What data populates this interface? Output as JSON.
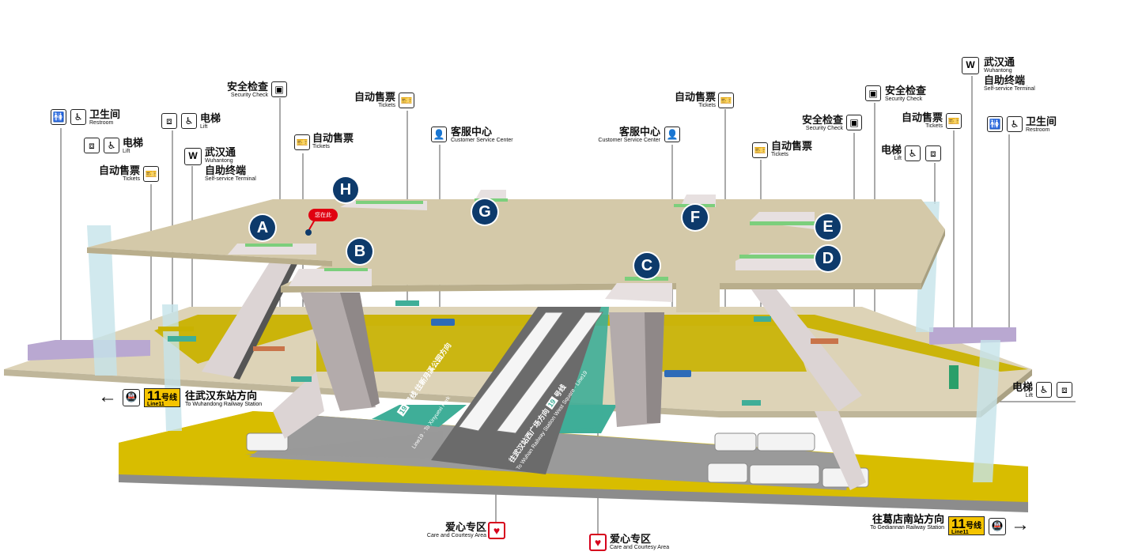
{
  "labels": {
    "restroom_left": {
      "zh": "卫生间",
      "en": "Restroom"
    },
    "lift_left_a": {
      "zh": "电梯",
      "en": "Lift"
    },
    "lift_left_b": {
      "zh": "电梯",
      "en": "Lift"
    },
    "tickets_left": {
      "zh": "自动售票",
      "en": "Tickets"
    },
    "terminal_left": {
      "zh1": "武汉通",
      "en1": "Wuhantong",
      "zh2": "自助终端",
      "en2": "Self-service Terminal"
    },
    "security_left": {
      "zh": "安全检查",
      "en": "Security Check"
    },
    "tickets_mid_left": {
      "zh": "自动售票",
      "en": "Tickets"
    },
    "tickets_top_left": {
      "zh": "自动售票",
      "en": "Tickets"
    },
    "service_left": {
      "zh": "客服中心",
      "en": "Customer Service Center"
    },
    "service_right": {
      "zh": "客服中心",
      "en": "Customer Service Center"
    },
    "tickets_top_right": {
      "zh": "自动售票",
      "en": "Tickets"
    },
    "tickets_mid_right": {
      "zh": "自动售票",
      "en": "Tickets"
    },
    "security_right_a": {
      "zh": "安全检查",
      "en": "Security Check"
    },
    "security_right_b": {
      "zh": "安全检查",
      "en": "Security Check"
    },
    "tickets_right": {
      "zh": "自动售票",
      "en": "Tickets"
    },
    "lift_right_a": {
      "zh": "电梯",
      "en": "Lift"
    },
    "terminal_right": {
      "zh1": "武汉通",
      "en1": "Wuhantong",
      "zh2": "自助终端",
      "en2": "Self-service Terminal"
    },
    "restroom_right": {
      "zh": "卫生间",
      "en": "Restroom"
    },
    "lift_right_b": {
      "zh": "电梯",
      "en": "Lift"
    },
    "care_left": {
      "zh": "爱心专区",
      "en": "Care and Courtesy Area"
    },
    "care_right": {
      "zh": "爱心专区",
      "en": "Care and Courtesy Area"
    }
  },
  "exits": [
    "A",
    "B",
    "C",
    "D",
    "E",
    "F",
    "G",
    "H"
  ],
  "you_are_here": "您在此",
  "line11": {
    "num": "11",
    "zh": "号线",
    "en": "Line11"
  },
  "direction_left": {
    "zh": "往武汉东站方向",
    "en": "To Wuhandong Railway Station"
  },
  "direction_right": {
    "zh": "往葛店南站方向",
    "en": "To Gediannan Railway Station"
  },
  "line19": {
    "num": "19",
    "zh": "号线",
    "en": "Line19"
  },
  "platform_left_dir": {
    "zh": "往新月溪公园方向",
    "en": "To Xinyuexi Park"
  },
  "platform_right_dir": {
    "zh": "往武汉站西广场方向",
    "en": "To Wuhan Railway Station West Square"
  },
  "icons": {
    "restroom": "restroom-icon",
    "accessible": "wheelchair-icon",
    "lift": "lift-icon",
    "ticket": "ticket-machine-icon",
    "security": "security-check-icon",
    "service": "customer-service-icon",
    "terminal": "wuhantong-w-icon",
    "care": "heart-icon",
    "metro": "metro-train-icon"
  },
  "colors": {
    "concourse": "#d4c9a9",
    "paid_area": "#c9b200",
    "platform_teal": "#3fae98",
    "platform_yellow": "#d8bd00",
    "pillar": "#b3abab",
    "exit_circle": "#0d3a6b",
    "restroom_block": "#b9a8d1",
    "care_red": "#d6001c"
  }
}
